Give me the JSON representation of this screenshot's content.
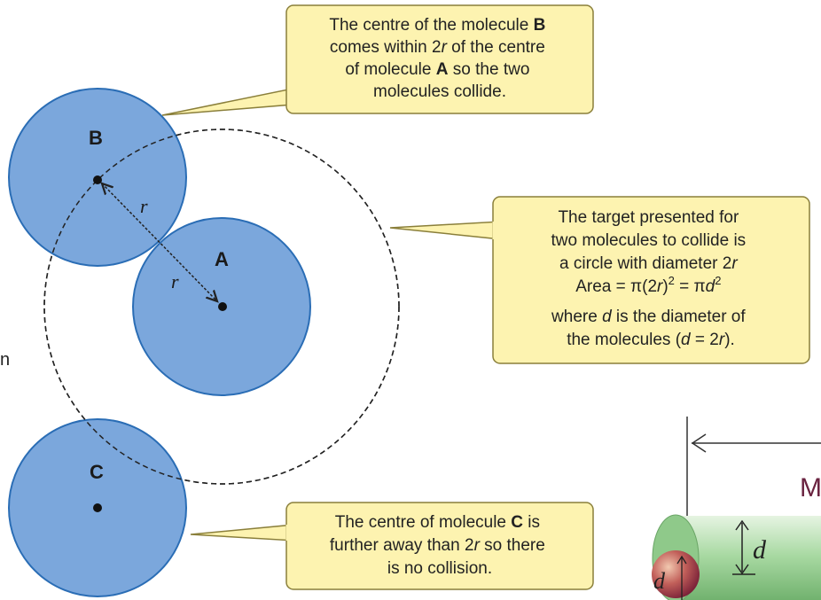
{
  "molecules": {
    "A": {
      "label": "A"
    },
    "B": {
      "label": "B"
    },
    "C": {
      "label": "C"
    }
  },
  "radius_labels": {
    "r1": "r",
    "r2": "r"
  },
  "colors": {
    "molecule_fill": "#7ba7dc",
    "molecule_stroke": "#2a6db5",
    "callout_fill": "#fdf3b0",
    "callout_stroke": "#8a7f3a",
    "cylinder": "#a8d9a2",
    "sphere": "#b8405a"
  },
  "callout_b": {
    "line1_pre": "The centre of the molecule ",
    "line1_bold": "B",
    "line2_pre": "comes within ",
    "line2_num": "2",
    "line2_var": "r",
    "line2_post": " of the centre",
    "line3_pre": "of molecule ",
    "line3_bold": "A",
    "line3_post": " so the two",
    "line4": "molecules collide."
  },
  "callout_target": {
    "line1": "The target presented for",
    "line2": "two molecules to collide is",
    "line3_pre": "a circle with diameter ",
    "line3_num": "2",
    "line3_var": "r",
    "line4_a": "Area = π(2",
    "line4_var": "r",
    "line4_b": ")",
    "line4_sup": "2",
    "line4_c": " = π",
    "line4_var2": "d",
    "line4_sup2": "2",
    "line5_pre": "where ",
    "line5_var": "d",
    "line5_post": " is the diameter of",
    "line6_pre": "the molecules (",
    "line6_var": "d",
    "line6_mid": " = 2",
    "line6_var2": "r",
    "line6_post": ")."
  },
  "callout_c": {
    "line1_pre": "The centre of molecule ",
    "line1_bold": "C",
    "line1_post": " is",
    "line2_pre": "further away than ",
    "line2_num": "2",
    "line2_var": "r",
    "line2_post": " so there",
    "line3": "is no collision."
  },
  "stray_text": "n",
  "cylinder_inset": {
    "letter_partial": "M",
    "d_label": "d",
    "d_label_sphere": "d"
  }
}
